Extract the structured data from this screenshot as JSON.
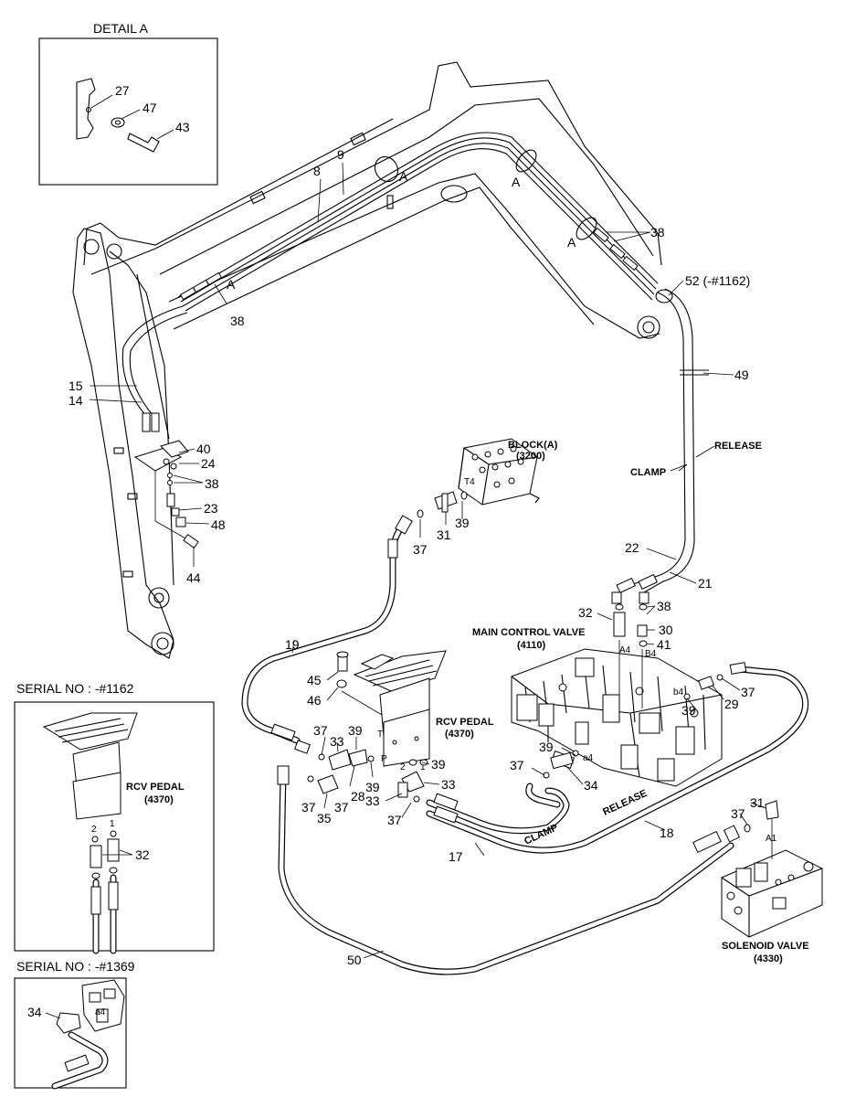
{
  "insets": {
    "detail_a": {
      "title": "DETAIL A",
      "labels": [
        "27",
        "47",
        "43"
      ]
    },
    "serial_1162": {
      "title": "SERIAL NO : -#1162",
      "pedal_name": "RCV PEDAL",
      "pedal_code": "(4370)",
      "labels": [
        "32"
      ],
      "ports": [
        "2",
        "1"
      ]
    },
    "serial_1369": {
      "title": "SERIAL NO : -#1369",
      "labels": [
        "34"
      ]
    }
  },
  "components": {
    "block_a": {
      "name": "BLOCK(A)",
      "code": "(3200)",
      "port": "T4"
    },
    "main_control_valve": {
      "name": "MAIN CONTROL VALVE",
      "code": "(4110)",
      "ports": [
        "A4",
        "B4",
        "b4",
        "a4"
      ]
    },
    "rcv_pedal": {
      "name": "RCV PEDAL",
      "code": "(4370)",
      "ports": [
        "T",
        "P",
        "2",
        "1"
      ]
    },
    "solenoid_valve": {
      "name": "SOLENOID VALVE",
      "code": "(4330)",
      "port": "A1"
    }
  },
  "hose_labels": {
    "clamp": "CLAMP",
    "release": "RELEASE",
    "clamp_low": "CLAMP",
    "release_low": "RELEASE"
  },
  "detail_marks": [
    "A",
    "A",
    "A",
    "A"
  ],
  "part_numbers": {
    "p8": "8",
    "p9": "9",
    "p38a": "38",
    "p38b": "38",
    "p52": "52 (-#1162)",
    "p49": "49",
    "p15": "15",
    "p14": "14",
    "p40": "40",
    "p24": "24",
    "p38c": "38",
    "p23": "23",
    "p48": "48",
    "p44": "44",
    "p37a": "37",
    "p31a": "31",
    "p39a": "39",
    "p22": "22",
    "p21": "21",
    "p32": "32",
    "p38d": "38",
    "p30": "30",
    "p41": "41",
    "p19": "19",
    "p45": "45",
    "p46": "46",
    "p37b": "37",
    "p33a": "33",
    "p39b": "39",
    "p39c": "39",
    "p39d": "39",
    "p28": "28",
    "p37c": "37",
    "p37d": "37",
    "p35": "35",
    "p33b": "33",
    "p33c": "33",
    "p37e": "37",
    "p29": "29",
    "p37f": "37",
    "p39e": "39",
    "p39f": "39",
    "p37g": "37",
    "p34": "34",
    "p17": "17",
    "p18": "18",
    "p31b": "31",
    "p37h": "37",
    "p50": "50"
  }
}
